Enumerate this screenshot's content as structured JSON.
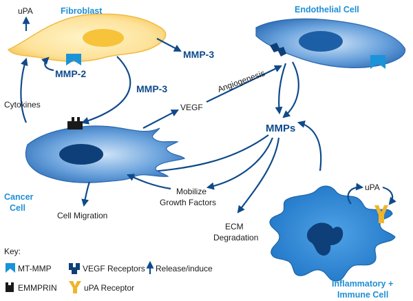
{
  "cells": {
    "fibroblast": "Fibroblast",
    "endothelial": "Endothelial Cell",
    "cancer_line1": "Cancer",
    "cancer_line2": "Cell",
    "inflam_line1": "Inflammatory +",
    "inflam_line2": "Immune Cell"
  },
  "labels": {
    "upa_top": "uPA",
    "mmp2": "MMP-2",
    "mmp3_right": "MMP-3",
    "mmp3_center": "MMP-3",
    "cytokines": "Cytokines",
    "vegf": "VEGF",
    "angiogenesis": "Angiogenesis",
    "mmps": "MMPs",
    "mobilize_line1": "Mobilize",
    "mobilize_line2": "Growth Factors",
    "cell_migration": "Cell Migration",
    "ecm_line1": "ECM",
    "ecm_line2": "Degradation",
    "upa_right": "uPA"
  },
  "key": {
    "title": "Key:",
    "mt_mmp": "MT-MMP",
    "vegf_receptors": "VEGF Receptors",
    "release_induce": "Release/induce",
    "emmprin": "EMMPRIN",
    "upa_receptor": "uPA Receptor"
  }
}
